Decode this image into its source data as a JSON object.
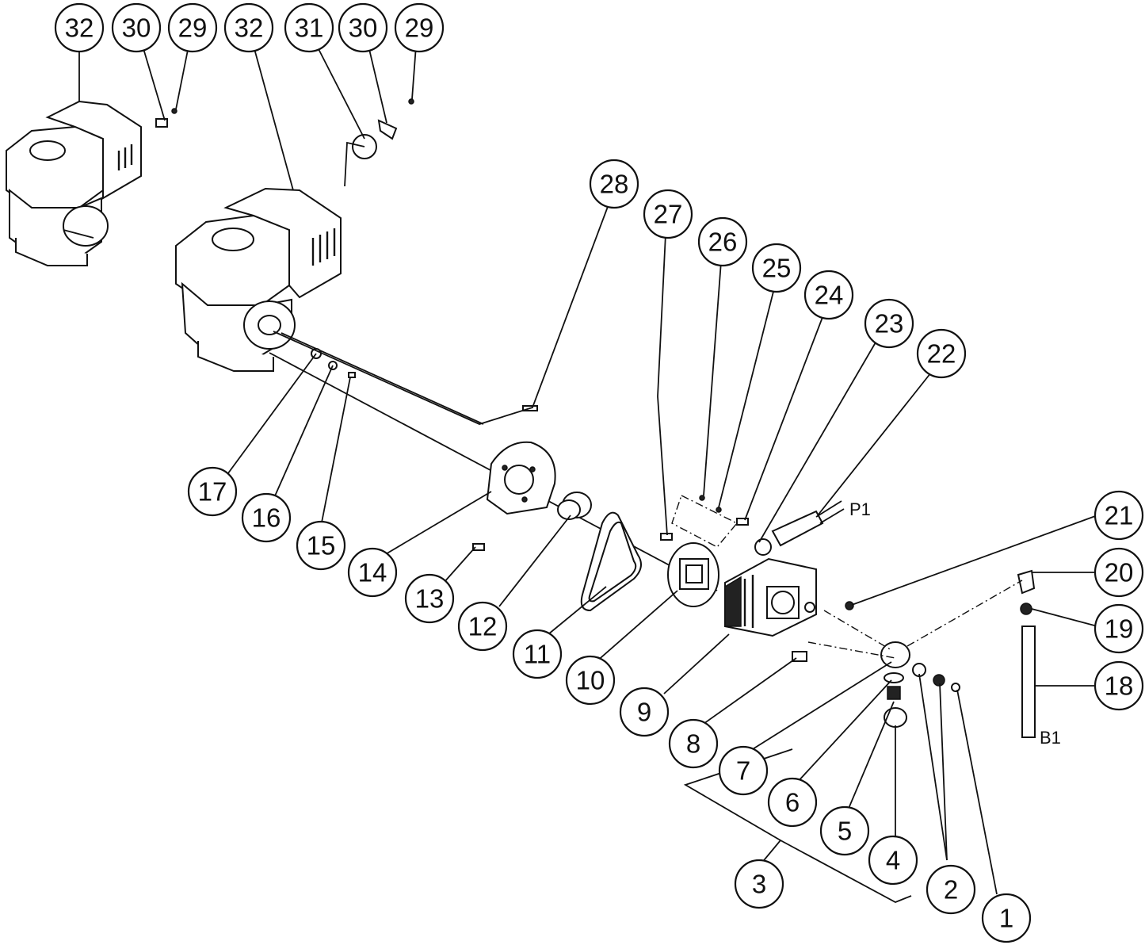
{
  "callouts": [
    {
      "id": "c32a",
      "label": "32"
    },
    {
      "id": "c30a",
      "label": "30"
    },
    {
      "id": "c29a",
      "label": "29"
    },
    {
      "id": "c32b",
      "label": "32"
    },
    {
      "id": "c31",
      "label": "31"
    },
    {
      "id": "c30b",
      "label": "30"
    },
    {
      "id": "c29b",
      "label": "29"
    },
    {
      "id": "c28",
      "label": "28"
    },
    {
      "id": "c27",
      "label": "27"
    },
    {
      "id": "c26",
      "label": "26"
    },
    {
      "id": "c25",
      "label": "25"
    },
    {
      "id": "c24",
      "label": "24"
    },
    {
      "id": "c23",
      "label": "23"
    },
    {
      "id": "c22",
      "label": "22"
    },
    {
      "id": "c21",
      "label": "21"
    },
    {
      "id": "c20",
      "label": "20"
    },
    {
      "id": "c19",
      "label": "19"
    },
    {
      "id": "c18",
      "label": "18"
    },
    {
      "id": "c17",
      "label": "17"
    },
    {
      "id": "c16",
      "label": "16"
    },
    {
      "id": "c15",
      "label": "15"
    },
    {
      "id": "c14",
      "label": "14"
    },
    {
      "id": "c13",
      "label": "13"
    },
    {
      "id": "c12",
      "label": "12"
    },
    {
      "id": "c11",
      "label": "11"
    },
    {
      "id": "c10",
      "label": "10"
    },
    {
      "id": "c9",
      "label": "9"
    },
    {
      "id": "c8",
      "label": "8"
    },
    {
      "id": "c7",
      "label": "7"
    },
    {
      "id": "c6",
      "label": "6"
    },
    {
      "id": "c5",
      "label": "5"
    },
    {
      "id": "c4",
      "label": "4"
    },
    {
      "id": "c3",
      "label": "3"
    },
    {
      "id": "c2",
      "label": "2"
    },
    {
      "id": "c1",
      "label": "1"
    }
  ],
  "connection_labels": {
    "p1": "P1",
    "b1": "B1"
  }
}
